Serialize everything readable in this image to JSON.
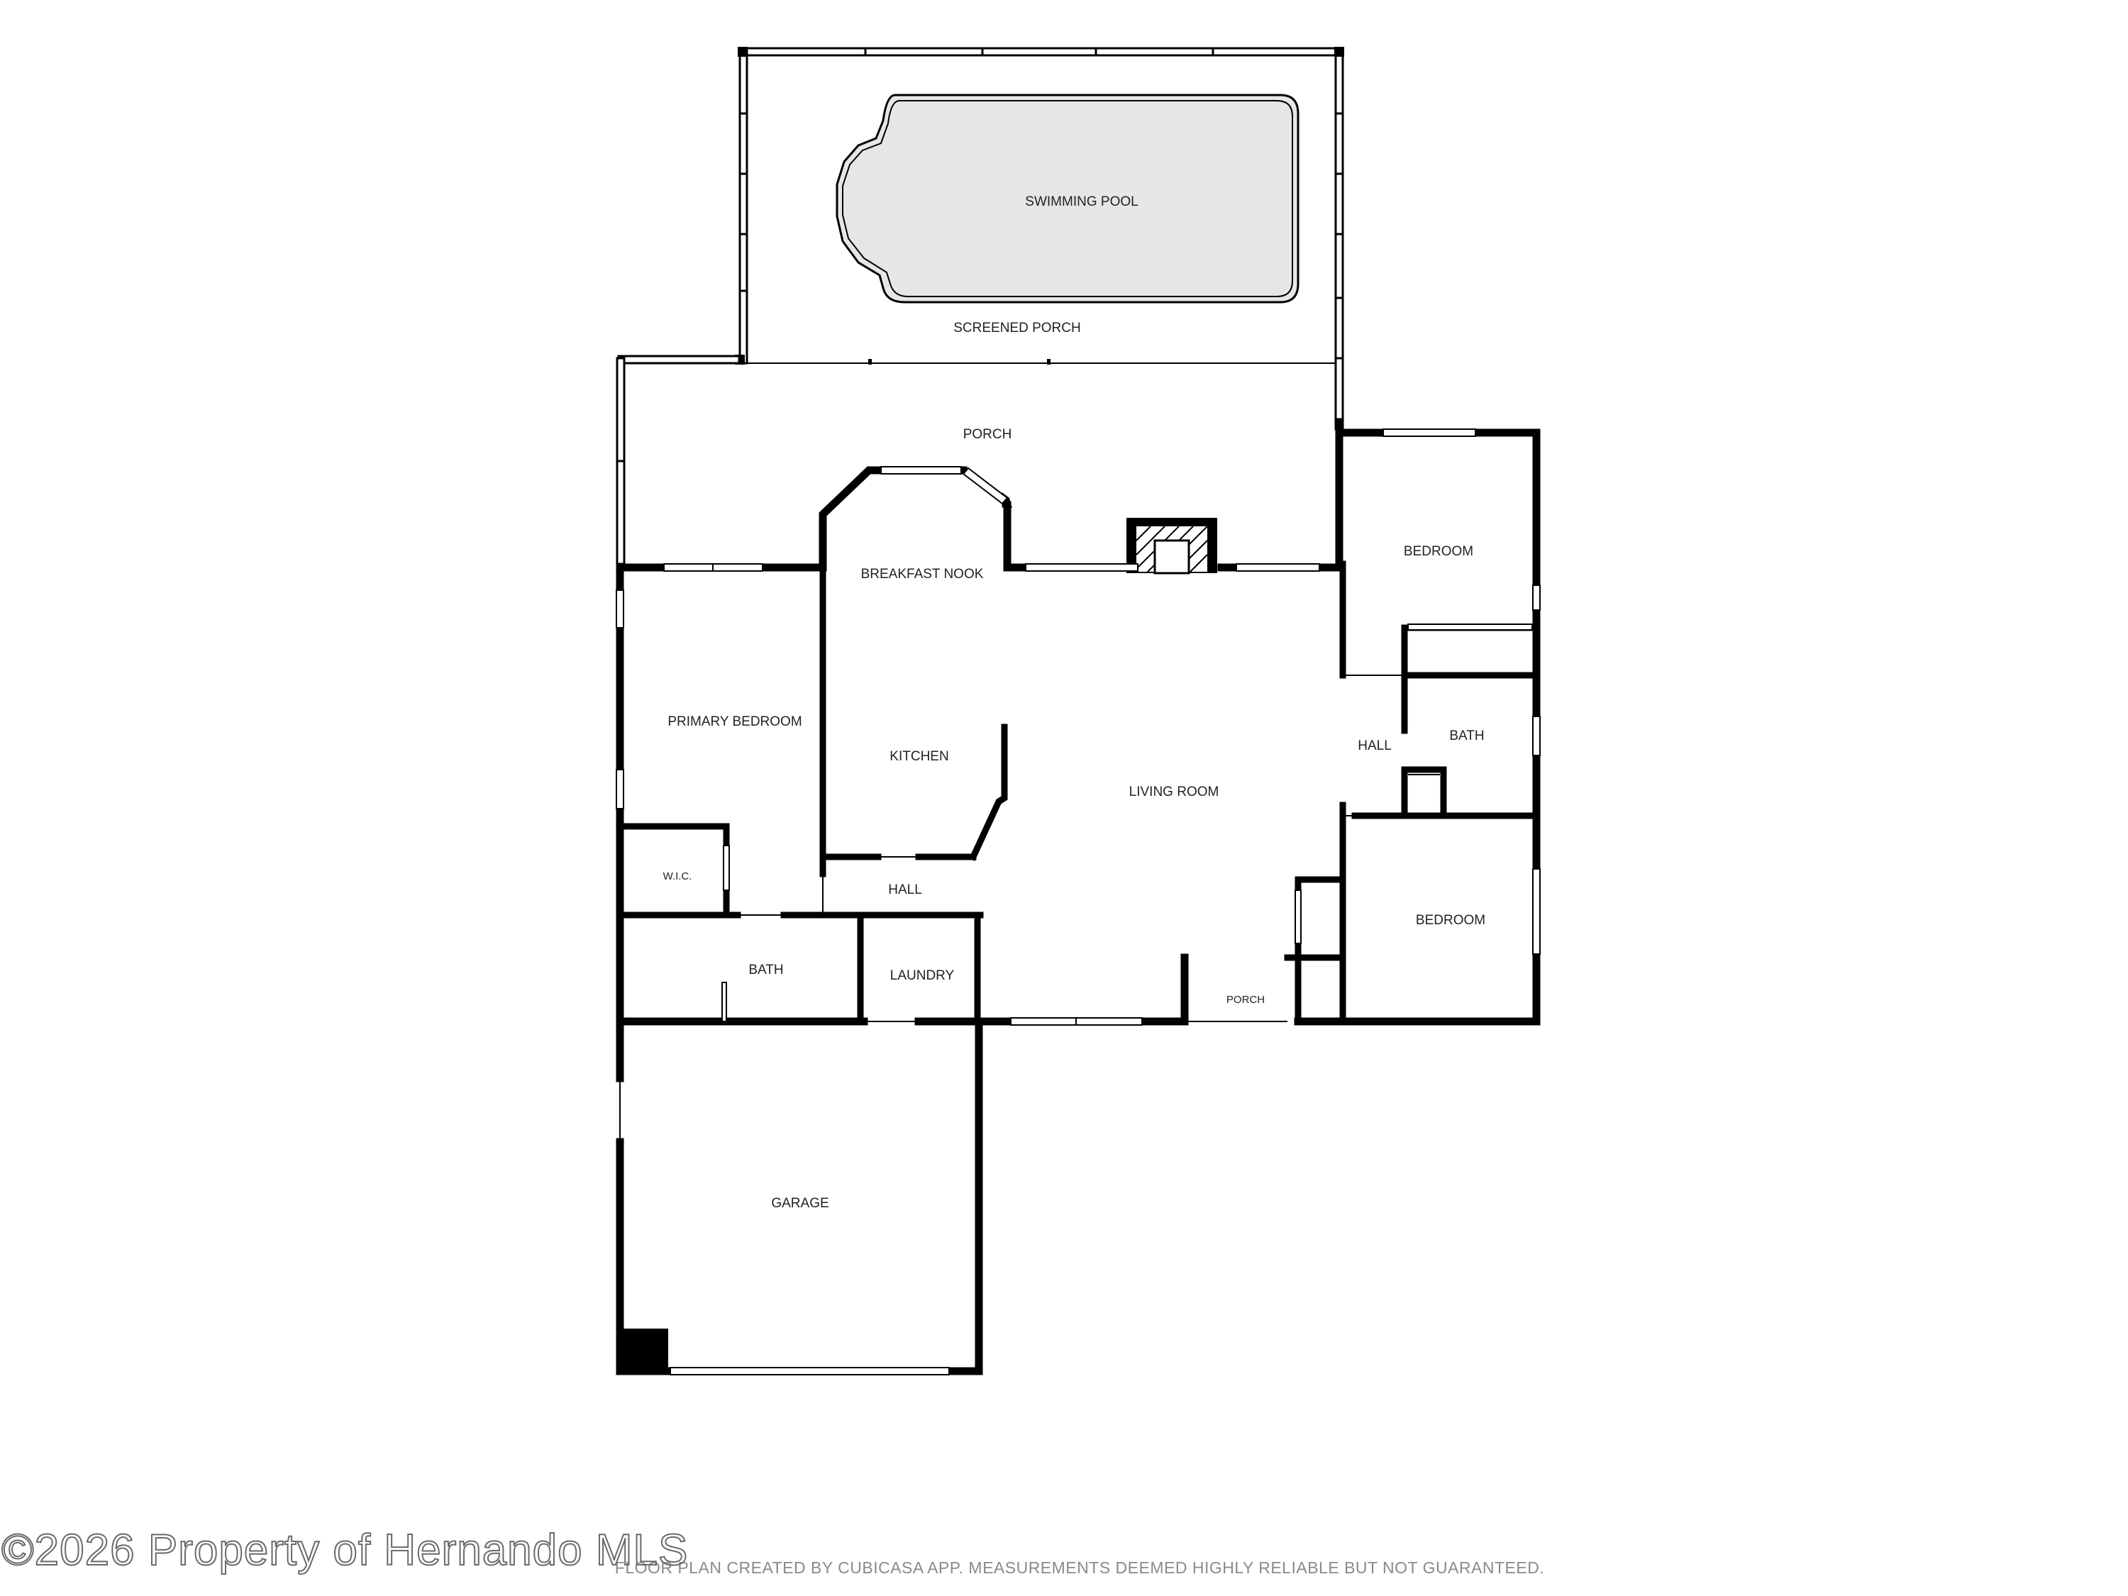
{
  "rooms": {
    "swimming_pool": "SWIMMING POOL",
    "screened_porch": "SCREENED PORCH",
    "porch_rear": "PORCH",
    "breakfast_nook": "BREAKFAST NOOK",
    "bedroom_upper": "BEDROOM",
    "primary_bedroom": "PRIMARY BEDROOM",
    "kitchen": "KITCHEN",
    "hall_right": "HALL",
    "bath_right": "BATH",
    "living_room": "LIVING ROOM",
    "wic": "W.I.C.",
    "hall_center": "HALL",
    "bedroom_lower": "BEDROOM",
    "bath_left": "BATH",
    "laundry": "LAUNDRY",
    "porch_front": "PORCH",
    "garage": "GARAGE"
  },
  "footer": {
    "disclaimer": "FLOOR PLAN CREATED BY CUBICASA APP. MEASUREMENTS DEEMED HIGHLY RELIABLE BUT NOT GUARANTEED."
  },
  "watermark": {
    "text": "©2026 Property of Hernando MLS"
  },
  "colors": {
    "wall": "#000000",
    "pool_fill": "#e6e6e6",
    "window": "#ffffff"
  }
}
